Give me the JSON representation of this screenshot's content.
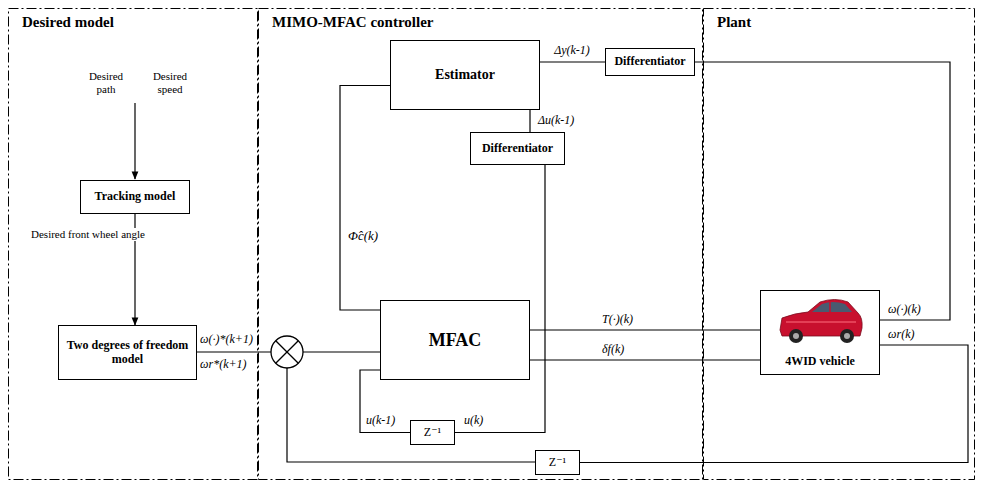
{
  "diagram": {
    "nodes": [
      {
        "text": [
          "Desired model"
        ]
      },
      {
        "text": [
          "Tracking model"
        ],
        "in": 0
      },
      {
        "text": [
          "Two degrees of freedom model"
        ],
        "in": 0
      },
      {
        "text": [
          "MIMO-MFAC controller"
        ]
      },
      {
        "text": [
          "Estimator"
        ],
        "in": 3
      },
      {
        "text": [
          "Differentiator"
        ],
        "in": 3
      },
      {
        "text": [
          "Differentiator"
        ],
        "in": 3
      },
      {
        "text": [
          "MFAC"
        ],
        "in": 3
      },
      {
        "text": [
          "Z⁻¹"
        ],
        "in": 3
      },
      {
        "text": [
          "Z⁻¹"
        ],
        "in": 3
      },
      {
        "text": [
          "Plant"
        ]
      },
      {
        "text": [
          "4WID vehicle"
        ],
        "in": 10
      }
    ],
    "edges": [
      {
        "from": 1,
        "to": 2,
        "arrow": "to",
        "label": "Desired front wheel angle"
      },
      {
        "from": 4,
        "to": 7,
        "arrow": "none",
        "label": "Φ̂c(k)"
      },
      {
        "from": 5,
        "to": 4,
        "arrow": "none",
        "label": "Δy(k-1)"
      },
      {
        "from": 6,
        "to": 4,
        "arrow": "none",
        "label": "Δu(k-1)"
      },
      {
        "from": 7,
        "to": 11,
        "arrow": "none",
        "label": "T(·)(k)"
      },
      {
        "from": 7,
        "to": 11,
        "arrow": "none",
        "label": "δf(k)"
      },
      {
        "from": 11,
        "to": 5,
        "arrow": "none"
      },
      {
        "from": 11,
        "to": 9,
        "arrow": "none"
      },
      {
        "from": 8,
        "to": 7,
        "arrow": "none",
        "label": "u(k-1)"
      },
      {
        "from": 8,
        "to": 6,
        "arrow": "none",
        "label": "u(k)"
      }
    ],
    "labels": [
      "Desired path",
      "Desired speed",
      "ω(·)*(k+1)",
      "ωr*(k+1)",
      "ω(·)(k)",
      "ωr(k)"
    ]
  }
}
